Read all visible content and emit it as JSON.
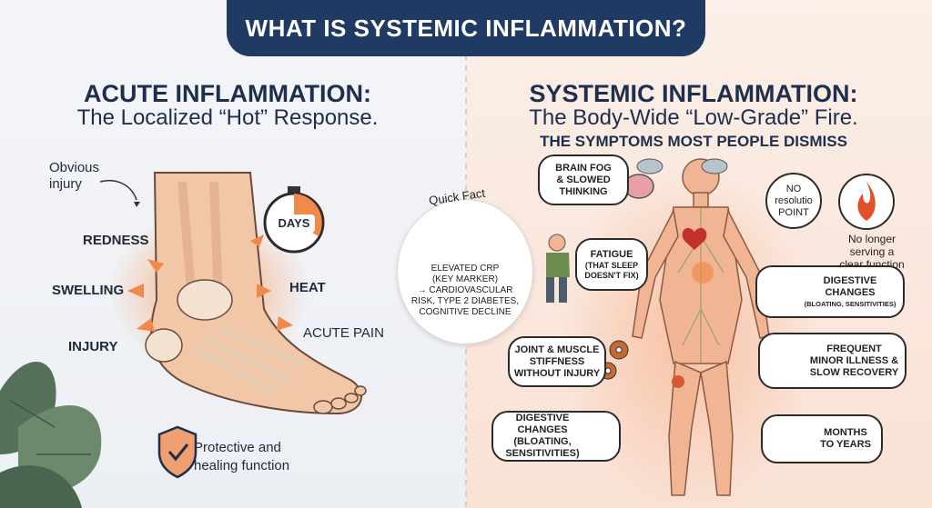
{
  "banner": {
    "title": "WHAT IS SYSTEMIC INFLAMMATION?"
  },
  "left": {
    "title": "ACUTE INFLAMMATION:",
    "subtitle": "The Localized “Hot” Response.",
    "obvious_injury": [
      "Obvious",
      "injury"
    ],
    "labels": {
      "redness": "REDNESS",
      "swelling": "SWELLING",
      "injury": "INJURY",
      "heat": "HEAT",
      "acute_pain": "ACUTE PAIN"
    },
    "timer_label": "DAYS",
    "protective": [
      "Protective and",
      "healing function"
    ]
  },
  "quick_fact": {
    "title": "Quick Fact",
    "lines": [
      "ELEVATED CRP",
      "(KEY MARKER)",
      "→ CARDIOVASCULAR",
      "RISK, TYPE 2 DIABETES,",
      "COGNITIVE DECLINE"
    ]
  },
  "right": {
    "title": "SYSTEMIC INFLAMMATION:",
    "subtitle": "The Body-Wide “Low-Grade” Fire.",
    "section_heading": "THE SYMPTOMS MOST PEOPLE DISMISS",
    "brain_fog": [
      "BRAIN FOG",
      "& SLOWED",
      "THINKING"
    ],
    "no_resolution": [
      "NO",
      "resolutio",
      "POINT"
    ],
    "no_longer": [
      "No longer",
      "serving a",
      "clear function"
    ],
    "fatigue": {
      "title": "FATIGUE",
      "sub": [
        "(THAT SLEEP",
        "DOESN'T FIX)"
      ]
    },
    "digestive_right": {
      "title": [
        "DIGESTIVE",
        "CHANGES"
      ],
      "sub": "(BLOATING, SENSITIVITIES)"
    },
    "joint": [
      "JOINT & MUSCLE",
      "STIFFNESS",
      "WITHOUT INJURY"
    ],
    "frequent": [
      "FREQUENT",
      "MINOR ILLNESS &",
      "SLOW RECOVERY"
    ],
    "digestive_left": [
      "DIGESTIVE CHANGES",
      "(BLOATING,",
      "SENSITIVITIES)"
    ],
    "months": [
      "MONTHS",
      "TO YEARS"
    ]
  },
  "colors": {
    "navy": "#1f3a63",
    "inflame": "#f08a4b",
    "shield": "#f0a070"
  }
}
